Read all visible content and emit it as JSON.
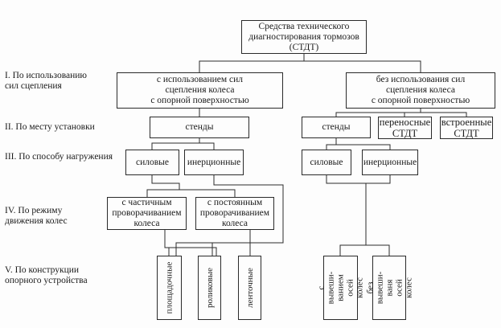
{
  "root": {
    "label": "Средства технического\nдиагностирования тормозов\n(СТДТ)"
  },
  "levels": [
    {
      "label": "I. По использованию\n     сил сцепления"
    },
    {
      "label": "II. По месту установки"
    },
    {
      "label": "III. По способу нагружения"
    },
    {
      "label": "IV. По режиму\n       движения колес"
    },
    {
      "label": "V. По конструкции\n     опорного устройства"
    }
  ],
  "left": {
    "level1": "с использованием сил\nсцепления колеса\nс опорной поверхностью",
    "level2": "стенды",
    "level3": [
      "силовые",
      "инерционные"
    ],
    "level4": [
      "с частичным\nпроворачиванием\nколеса",
      "с постоянным\nпроворачиванием\nколеса"
    ],
    "level5": [
      "площадочные",
      "роликовые",
      "ленточные"
    ]
  },
  "right": {
    "level1": "без использования сил\nсцепления колеса\nс опорной поверхностью",
    "level2": [
      "стенды",
      "переносные\nСТДТ",
      "встроенные\nСТДТ"
    ],
    "level3": [
      "силовые",
      "инерционные"
    ],
    "level5": [
      "с вывеши-\nванием\nосей колес",
      "без вывеши-\nваня\nосей колес"
    ]
  }
}
